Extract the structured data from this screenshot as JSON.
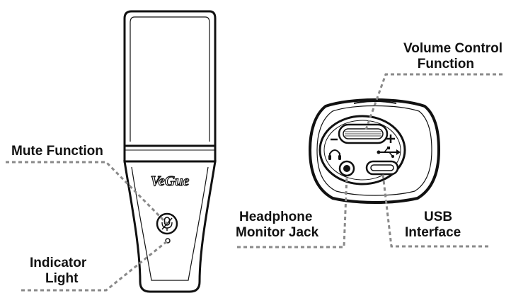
{
  "diagram": {
    "brand_logo": "VeGue",
    "labels": {
      "mute": "Mute Function",
      "indicator_line1": "Indicator",
      "indicator_line2": "Light",
      "volume_line1": "Volume Control",
      "volume_line2": "Function",
      "headphone_line1": "Headphone",
      "headphone_line2": "Monitor Jack",
      "usb_line1": "USB",
      "usb_line2": "Interface"
    },
    "icons": [
      "mute-microphone-icon",
      "headphone-icon",
      "usb-icon",
      "plus-icon",
      "minus-icon"
    ],
    "colors": {
      "outline": "#111111",
      "leader_line": "#8a8a8a",
      "background": "#ffffff"
    }
  }
}
